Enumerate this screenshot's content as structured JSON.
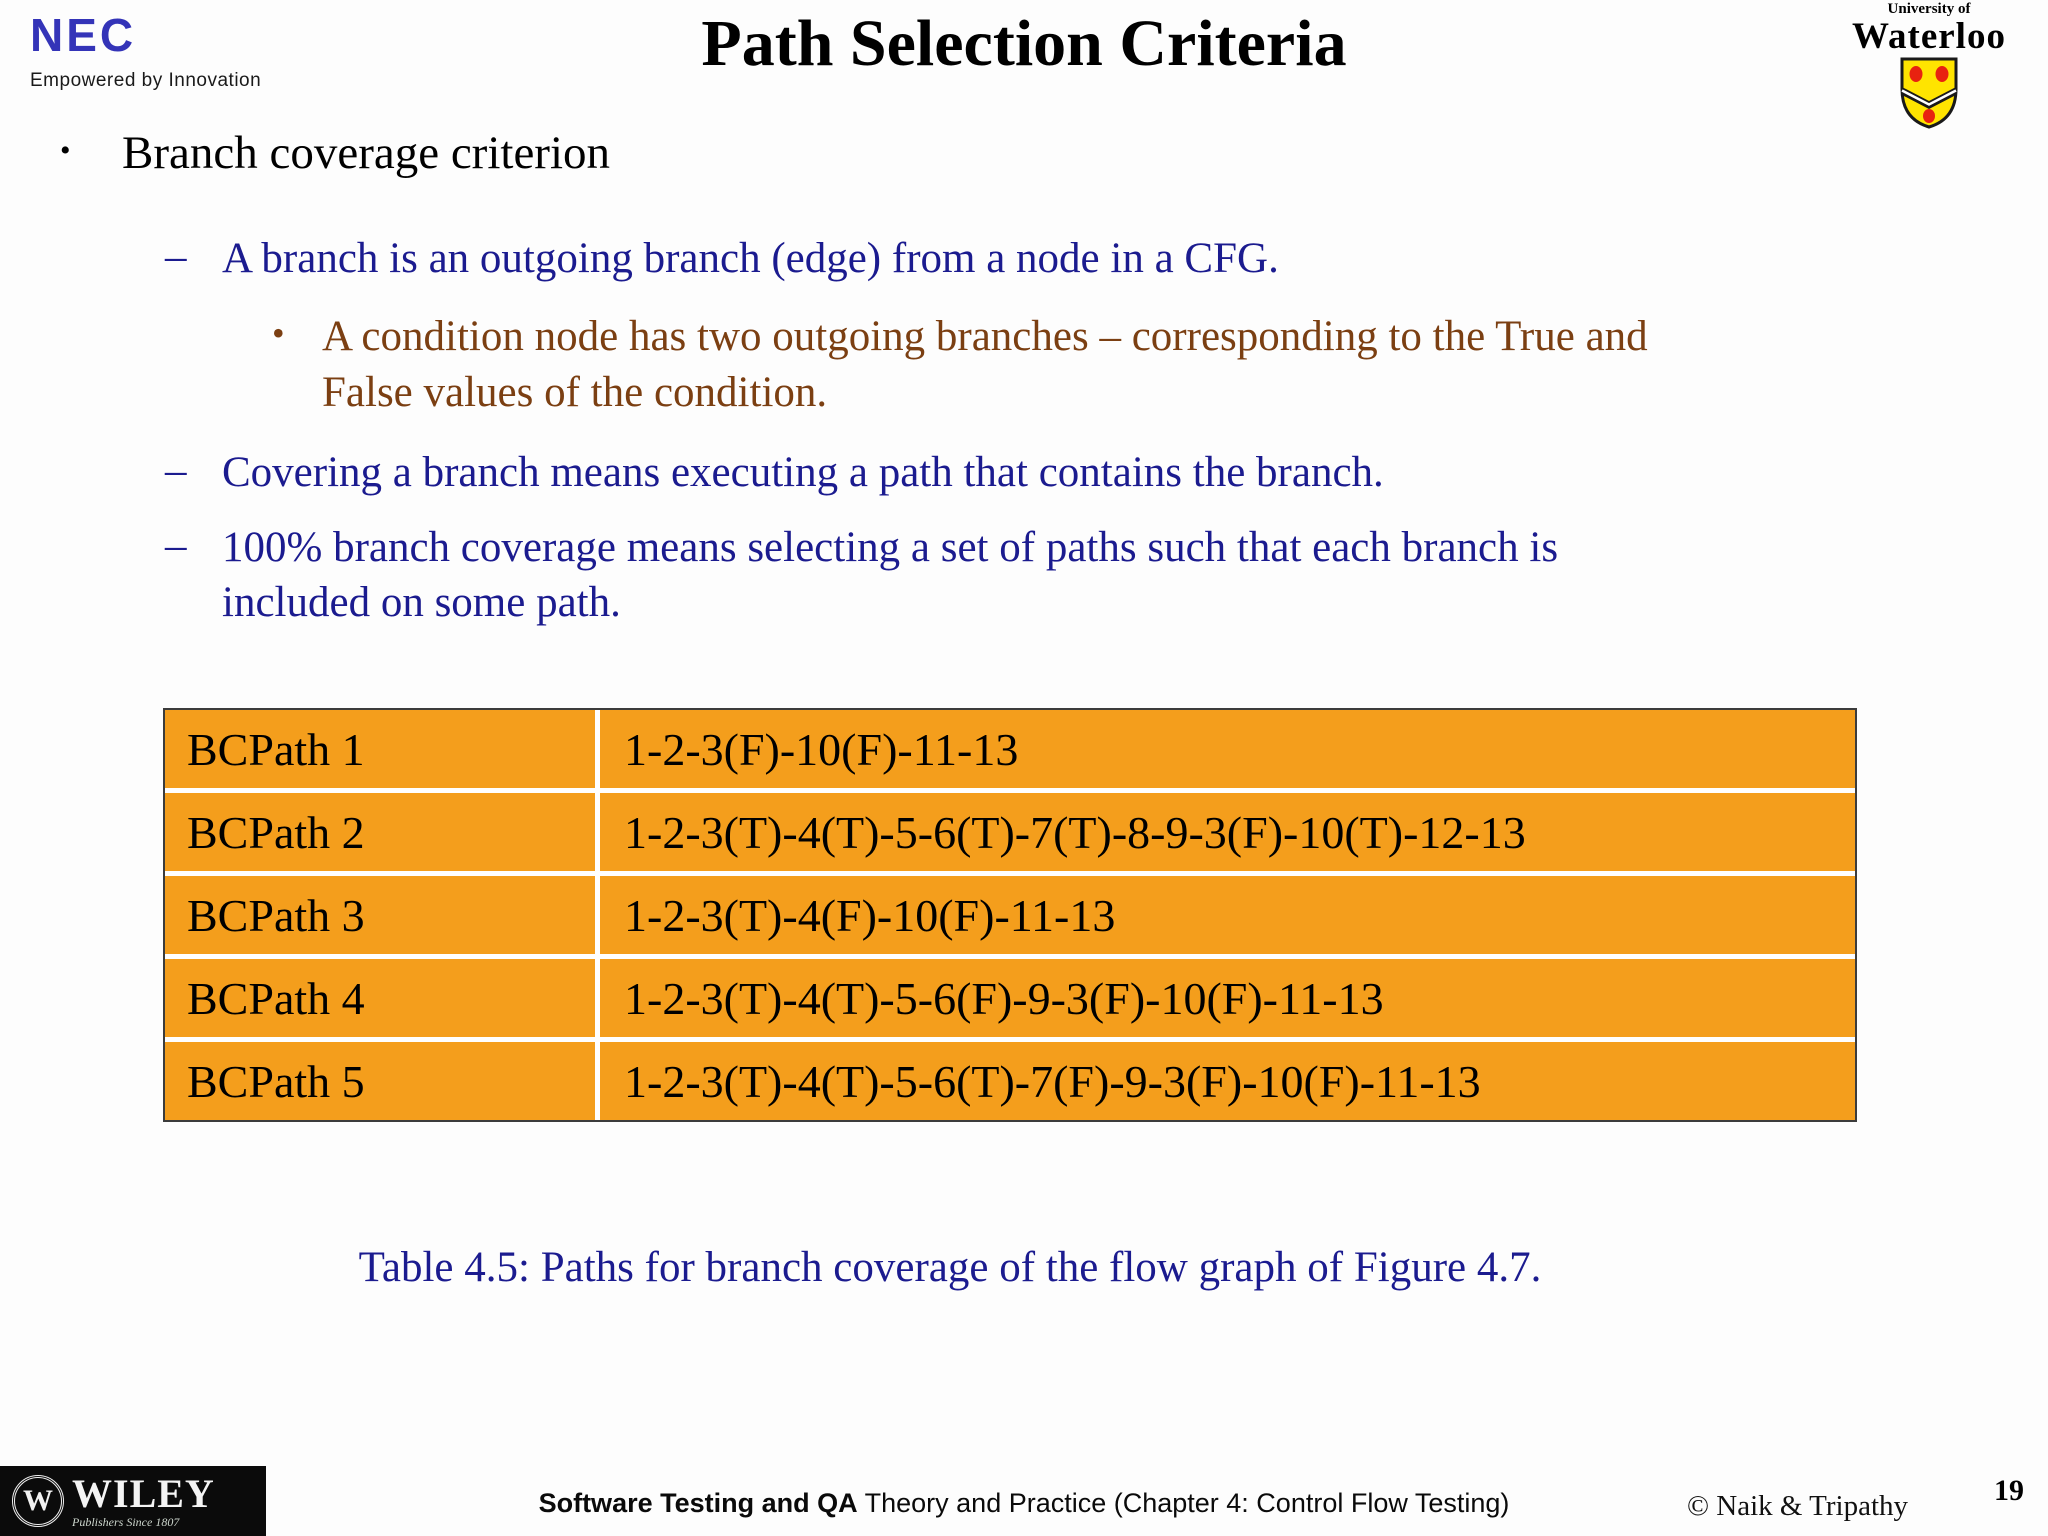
{
  "colors": {
    "navy": "#1b1b8f",
    "brown": "#7b3f12",
    "cell_orange": "#f49e1c",
    "nec_blue": "#3434b8"
  },
  "header": {
    "nec_brand": "NEC",
    "nec_tagline": "Empowered by Innovation",
    "title": "Path Selection Criteria",
    "waterloo_line1": "University of",
    "waterloo_line2": "Waterloo"
  },
  "glyphs": {
    "bullet_l1": "•",
    "dash_l2": "–",
    "bullet_l3": "•"
  },
  "content": {
    "main_bullet": "Branch coverage criterion",
    "sub1": "A branch is an outgoing branch (edge) from a node in a CFG.",
    "sub1a": "A condition node has two outgoing branches – corresponding to the True and False values of the condition.",
    "sub2": "Covering a branch means executing a path that contains the branch.",
    "sub3": "100% branch coverage means selecting a set of paths such that each branch is included on some path."
  },
  "table": {
    "rows": [
      {
        "name": "BCPath 1",
        "path": "1-2-3(F)-10(F)-11-13"
      },
      {
        "name": "BCPath 2",
        "path": "1-2-3(T)-4(T)-5-6(T)-7(T)-8-9-3(F)-10(T)-12-13"
      },
      {
        "name": "BCPath 3",
        "path": "1-2-3(T)-4(F)-10(F)-11-13"
      },
      {
        "name": "BCPath 4",
        "path": "1-2-3(T)-4(T)-5-6(F)-9-3(F)-10(F)-11-13"
      },
      {
        "name": "BCPath 5",
        "path": "1-2-3(T)-4(T)-5-6(T)-7(F)-9-3(F)-10(F)-11-13"
      }
    ]
  },
  "caption": "Table 4.5: Paths for branch coverage of the flow graph of Figure 4.7.",
  "footer": {
    "wiley_brand": "WILEY",
    "wiley_tagline": "Publishers Since 1807",
    "wiley_monogram": "W",
    "book_bold": "Software Testing and QA",
    "book_rest": " Theory and Practice (Chapter 4: Control Flow Testing)",
    "copyright": "© Naik & Tripathy",
    "page_number": "19"
  }
}
